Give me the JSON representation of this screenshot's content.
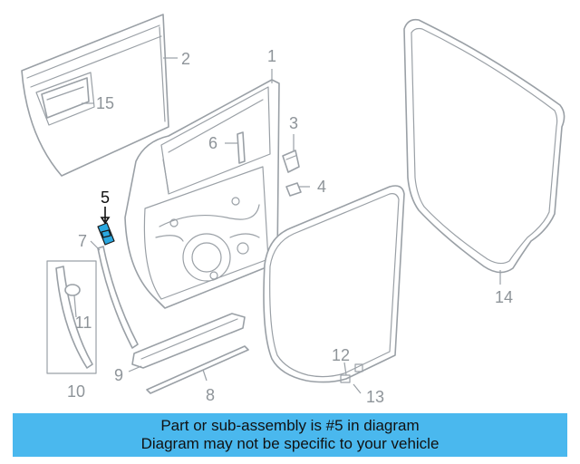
{
  "diagram": {
    "callouts": [
      {
        "id": "c1",
        "label": "1"
      },
      {
        "id": "c2",
        "label": "2"
      },
      {
        "id": "c3",
        "label": "3"
      },
      {
        "id": "c4",
        "label": "4"
      },
      {
        "id": "c5",
        "label": "5",
        "highlighted": true
      },
      {
        "id": "c6",
        "label": "6"
      },
      {
        "id": "c7",
        "label": "7"
      },
      {
        "id": "c8",
        "label": "8"
      },
      {
        "id": "c9",
        "label": "9"
      },
      {
        "id": "c10",
        "label": "10"
      },
      {
        "id": "c11",
        "label": "11"
      },
      {
        "id": "c12",
        "label": "12"
      },
      {
        "id": "c13",
        "label": "13"
      },
      {
        "id": "c14",
        "label": "14"
      },
      {
        "id": "c15",
        "label": "15"
      }
    ],
    "highlight_color": "#2aa8e0",
    "line_color": "#9aa0a6"
  },
  "banner": {
    "line1": "Part or sub-assembly is #5 in diagram",
    "line2": "Diagram may not be specific to your vehicle",
    "background": "#4ab8ee"
  }
}
